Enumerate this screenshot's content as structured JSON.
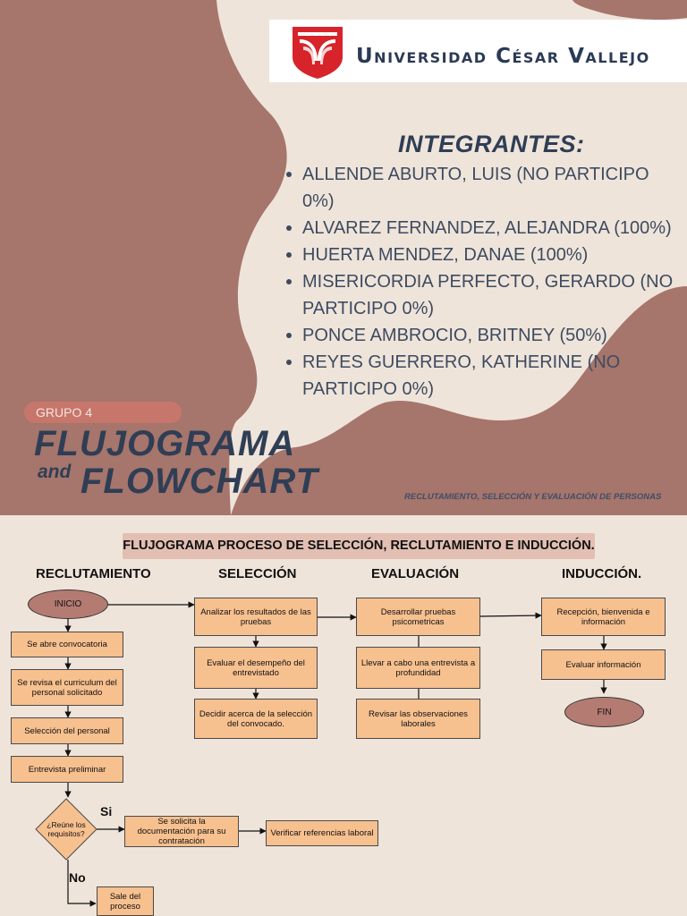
{
  "logo": {
    "text": "Universidad César Vallejo",
    "colors": {
      "red": "#d6242a",
      "navy": "#2b3a55"
    }
  },
  "integrantes": {
    "title": "INTEGRANTES:",
    "members": [
      "ALLENDE ABURTO, LUIS (NO PARTICIPO 0%)",
      "ALVAREZ FERNANDEZ, ALEJANDRA (100%)",
      "HUERTA MENDEZ, DANAE (100%)",
      "MISERICORDIA PERFECTO, GERARDO (NO PARTICIPO 0%)",
      "PONCE AMBROCIO, BRITNEY (50%)",
      "REYES GUERRERO, KATHERINE  (NO PARTICIPO 0%)"
    ]
  },
  "grupo": "GRUPO 4",
  "title": {
    "line1": "FLUJOGRAMA",
    "and": "and",
    "line2": "FLOWCHART"
  },
  "subtitle": "RECLUTAMIENTO, SELECCIÓN Y EVALUACIÓN DE PERSONAS",
  "flowchart": {
    "title": "FLUJOGRAMA PROCESO DE SELECCIÓN, RECLUTAMIENTO E INDUCCIÓN.",
    "columns": [
      "RECLUTAMIENTO",
      "SELECCIÓN",
      "EVALUACIÓN",
      "INDUCCIÓN."
    ],
    "reclutamiento": {
      "start": "INICIO",
      "steps": [
        "Se abre convocatoria",
        "Se revisa el curriculum del personal solicitado",
        "Selección del personal",
        "Entrevista preliminar"
      ],
      "decision": "¿Reúne los requisitos?",
      "yes_label": "Si",
      "no_label": "No",
      "yes_steps": [
        "Se solicita la documentación para su contratación",
        "Verificar referencias laboral"
      ],
      "no_step": "Sale del proceso"
    },
    "seleccion": [
      "Analizar los resultados de las pruebas",
      "Evaluar el desempeño del entrevistado",
      "Decidir acerca de la selección del convocado."
    ],
    "evaluacion": [
      "Desarrollar pruebas psicometricas",
      "Llevar a cabo una entrevista a profundidad",
      "Revisar las observaciones laborales"
    ],
    "induccion": {
      "steps": [
        "Recepción, bienvenida e información",
        "Evaluar información"
      ],
      "end": "FIN"
    }
  },
  "colors": {
    "background": "#efe4da",
    "blob": "#a6756b",
    "navy": "#2f3e55",
    "box_fill": "#f7c08f",
    "oval_fill": "#b47b73",
    "pill": "#c7766c",
    "title_band": "#e2bfb2"
  }
}
